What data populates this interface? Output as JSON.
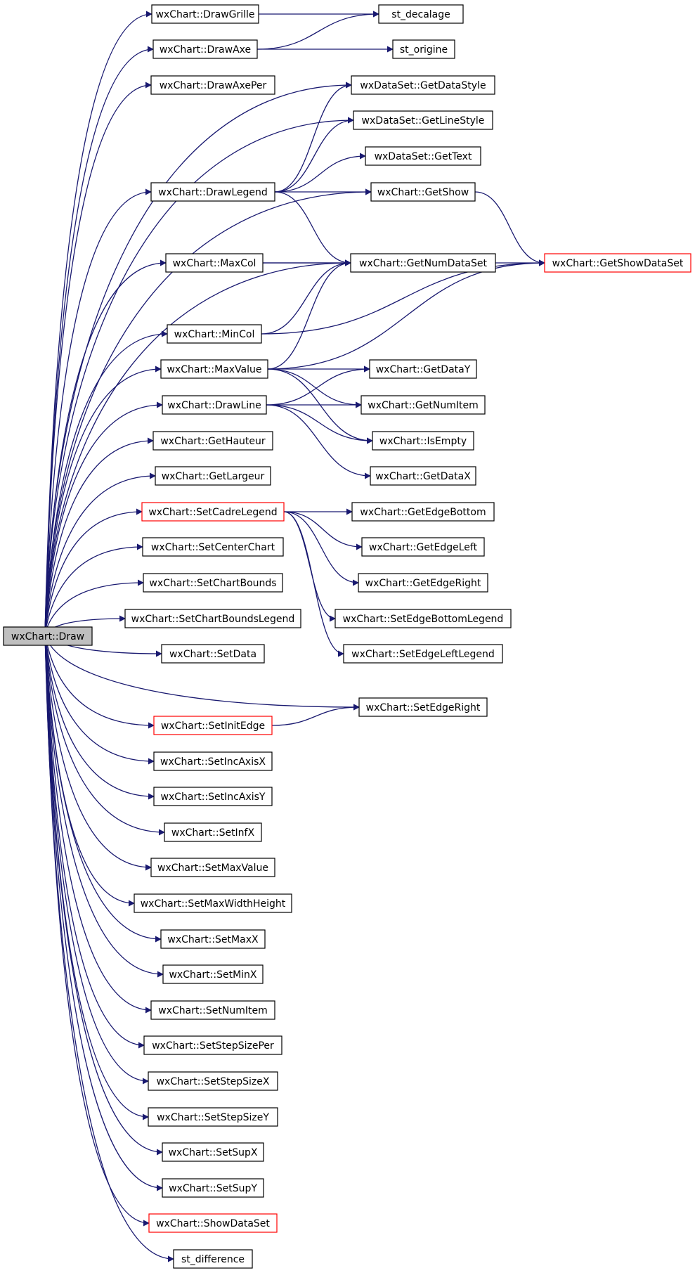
{
  "graph": {
    "colors": {
      "edge": "#191970",
      "node_border": "#000000",
      "node_border_truncated": "#ff0000",
      "root_fill": "#bfbfbf",
      "node_fill": "#ffffff"
    },
    "nodes": [
      {
        "id": "draw",
        "label": "wxChart::Draw",
        "style": "root"
      },
      {
        "id": "drawgrille",
        "label": "wxChart::DrawGrille",
        "style": "normal"
      },
      {
        "id": "st_decalage",
        "label": "st_decalage",
        "style": "normal"
      },
      {
        "id": "drawaxe",
        "label": "wxChart::DrawAxe",
        "style": "normal"
      },
      {
        "id": "st_origine",
        "label": "st_origine",
        "style": "normal"
      },
      {
        "id": "drawaxeper",
        "label": "wxChart::DrawAxePer",
        "style": "normal"
      },
      {
        "id": "getdatastyle",
        "label": "wxDataSet::GetDataStyle",
        "style": "normal"
      },
      {
        "id": "getlinestyle",
        "label": "wxDataSet::GetLineStyle",
        "style": "normal"
      },
      {
        "id": "gettext",
        "label": "wxDataSet::GetText",
        "style": "normal"
      },
      {
        "id": "drawlegend",
        "label": "wxChart::DrawLegend",
        "style": "normal"
      },
      {
        "id": "getshow",
        "label": "wxChart::GetShow",
        "style": "normal"
      },
      {
        "id": "maxcol",
        "label": "wxChart::MaxCol",
        "style": "normal"
      },
      {
        "id": "getnumdataset",
        "label": "wxChart::GetNumDataSet",
        "style": "normal"
      },
      {
        "id": "getshowdataset",
        "label": "wxChart::GetShowDataSet",
        "style": "truncated"
      },
      {
        "id": "mincol",
        "label": "wxChart::MinCol",
        "style": "normal"
      },
      {
        "id": "maxvalue",
        "label": "wxChart::MaxValue",
        "style": "normal"
      },
      {
        "id": "getdatay",
        "label": "wxChart::GetDataY",
        "style": "normal"
      },
      {
        "id": "drawline",
        "label": "wxChart::DrawLine",
        "style": "normal"
      },
      {
        "id": "getnumitem",
        "label": "wxChart::GetNumItem",
        "style": "normal"
      },
      {
        "id": "gethauteur",
        "label": "wxChart::GetHauteur",
        "style": "normal"
      },
      {
        "id": "isempty",
        "label": "wxChart::IsEmpty",
        "style": "normal"
      },
      {
        "id": "getlargeur",
        "label": "wxChart::GetLargeur",
        "style": "normal"
      },
      {
        "id": "getdatax",
        "label": "wxChart::GetDataX",
        "style": "normal"
      },
      {
        "id": "setcadrelegend",
        "label": "wxChart::SetCadreLegend",
        "style": "truncated"
      },
      {
        "id": "getedgebottom",
        "label": "wxChart::GetEdgeBottom",
        "style": "normal"
      },
      {
        "id": "setcenterchart",
        "label": "wxChart::SetCenterChart",
        "style": "normal"
      },
      {
        "id": "getedgeleft",
        "label": "wxChart::GetEdgeLeft",
        "style": "normal"
      },
      {
        "id": "setchartbounds",
        "label": "wxChart::SetChartBounds",
        "style": "normal"
      },
      {
        "id": "getedgeright",
        "label": "wxChart::GetEdgeRight",
        "style": "normal"
      },
      {
        "id": "setchartboundslegend",
        "label": "wxChart::SetChartBoundsLegend",
        "style": "normal"
      },
      {
        "id": "setedgebottomlegend",
        "label": "wxChart::SetEdgeBottomLegend",
        "style": "normal"
      },
      {
        "id": "setdata",
        "label": "wxChart::SetData",
        "style": "normal"
      },
      {
        "id": "setedgeleftlegend",
        "label": "wxChart::SetEdgeLeftLegend",
        "style": "normal"
      },
      {
        "id": "setedgeright",
        "label": "wxChart::SetEdgeRight",
        "style": "normal"
      },
      {
        "id": "setinitedge",
        "label": "wxChart::SetInitEdge",
        "style": "truncated"
      },
      {
        "id": "setincaxisx",
        "label": "wxChart::SetIncAxisX",
        "style": "normal"
      },
      {
        "id": "setincaxisy",
        "label": "wxChart::SetIncAxisY",
        "style": "normal"
      },
      {
        "id": "setinfx",
        "label": "wxChart::SetInfX",
        "style": "normal"
      },
      {
        "id": "setmaxvalue",
        "label": "wxChart::SetMaxValue",
        "style": "normal"
      },
      {
        "id": "setmaxwidthheight",
        "label": "wxChart::SetMaxWidthHeight",
        "style": "normal"
      },
      {
        "id": "setmaxx",
        "label": "wxChart::SetMaxX",
        "style": "normal"
      },
      {
        "id": "setminx",
        "label": "wxChart::SetMinX",
        "style": "normal"
      },
      {
        "id": "setnumitem",
        "label": "wxChart::SetNumItem",
        "style": "normal"
      },
      {
        "id": "setstepsizeper",
        "label": "wxChart::SetStepSizePer",
        "style": "normal"
      },
      {
        "id": "setstepsizex",
        "label": "wxChart::SetStepSizeX",
        "style": "normal"
      },
      {
        "id": "setstepsizey",
        "label": "wxChart::SetStepSizeY",
        "style": "normal"
      },
      {
        "id": "setsupx",
        "label": "wxChart::SetSupX",
        "style": "normal"
      },
      {
        "id": "setsupy",
        "label": "wxChart::SetSupY",
        "style": "normal"
      },
      {
        "id": "showdataset",
        "label": "wxChart::ShowDataSet",
        "style": "truncated"
      },
      {
        "id": "st_difference",
        "label": "st_difference",
        "style": "normal"
      }
    ],
    "edges": [
      {
        "from": "draw",
        "to": "drawgrille"
      },
      {
        "from": "draw",
        "to": "drawaxe"
      },
      {
        "from": "draw",
        "to": "drawaxeper"
      },
      {
        "from": "draw",
        "to": "getdatastyle"
      },
      {
        "from": "draw",
        "to": "getlinestyle"
      },
      {
        "from": "draw",
        "to": "drawlegend"
      },
      {
        "from": "draw",
        "to": "getshow"
      },
      {
        "from": "draw",
        "to": "maxcol"
      },
      {
        "from": "draw",
        "to": "getnumdataset"
      },
      {
        "from": "draw",
        "to": "mincol"
      },
      {
        "from": "draw",
        "to": "maxvalue"
      },
      {
        "from": "draw",
        "to": "drawline"
      },
      {
        "from": "draw",
        "to": "gethauteur"
      },
      {
        "from": "draw",
        "to": "getlargeur"
      },
      {
        "from": "draw",
        "to": "setcadrelegend"
      },
      {
        "from": "draw",
        "to": "setcenterchart"
      },
      {
        "from": "draw",
        "to": "setchartbounds"
      },
      {
        "from": "draw",
        "to": "setchartboundslegend"
      },
      {
        "from": "draw",
        "to": "setdata"
      },
      {
        "from": "draw",
        "to": "setedgeright"
      },
      {
        "from": "draw",
        "to": "setinitedge"
      },
      {
        "from": "draw",
        "to": "setincaxisx"
      },
      {
        "from": "draw",
        "to": "setincaxisy"
      },
      {
        "from": "draw",
        "to": "setinfx"
      },
      {
        "from": "draw",
        "to": "setmaxvalue"
      },
      {
        "from": "draw",
        "to": "setmaxwidthheight"
      },
      {
        "from": "draw",
        "to": "setmaxx"
      },
      {
        "from": "draw",
        "to": "setminx"
      },
      {
        "from": "draw",
        "to": "setnumitem"
      },
      {
        "from": "draw",
        "to": "setstepsizeper"
      },
      {
        "from": "draw",
        "to": "setstepsizex"
      },
      {
        "from": "draw",
        "to": "setstepsizey"
      },
      {
        "from": "draw",
        "to": "setsupx"
      },
      {
        "from": "draw",
        "to": "setsupy"
      },
      {
        "from": "draw",
        "to": "showdataset"
      },
      {
        "from": "draw",
        "to": "st_difference"
      },
      {
        "from": "drawgrille",
        "to": "st_decalage"
      },
      {
        "from": "drawaxe",
        "to": "st_decalage"
      },
      {
        "from": "drawaxe",
        "to": "st_origine"
      },
      {
        "from": "drawlegend",
        "to": "getdatastyle"
      },
      {
        "from": "drawlegend",
        "to": "getlinestyle"
      },
      {
        "from": "drawlegend",
        "to": "gettext"
      },
      {
        "from": "drawlegend",
        "to": "getshow"
      },
      {
        "from": "drawlegend",
        "to": "getnumdataset"
      },
      {
        "from": "getshow",
        "to": "getshowdataset"
      },
      {
        "from": "maxcol",
        "to": "getnumdataset"
      },
      {
        "from": "maxcol",
        "to": "getshowdataset"
      },
      {
        "from": "mincol",
        "to": "getnumdataset"
      },
      {
        "from": "mincol",
        "to": "getshowdataset"
      },
      {
        "from": "maxvalue",
        "to": "getnumdataset"
      },
      {
        "from": "maxvalue",
        "to": "getshowdataset"
      },
      {
        "from": "maxvalue",
        "to": "getdatay"
      },
      {
        "from": "maxvalue",
        "to": "getnumitem"
      },
      {
        "from": "maxvalue",
        "to": "isempty"
      },
      {
        "from": "drawline",
        "to": "getdatay"
      },
      {
        "from": "drawline",
        "to": "getnumitem"
      },
      {
        "from": "drawline",
        "to": "isempty"
      },
      {
        "from": "drawline",
        "to": "getdatax"
      },
      {
        "from": "setcadrelegend",
        "to": "getedgebottom"
      },
      {
        "from": "setcadrelegend",
        "to": "getedgeleft"
      },
      {
        "from": "setcadrelegend",
        "to": "getedgeright"
      },
      {
        "from": "setcadrelegend",
        "to": "setedgebottomlegend"
      },
      {
        "from": "setcadrelegend",
        "to": "setedgeleftlegend"
      },
      {
        "from": "setinitedge",
        "to": "setedgeright"
      }
    ]
  }
}
